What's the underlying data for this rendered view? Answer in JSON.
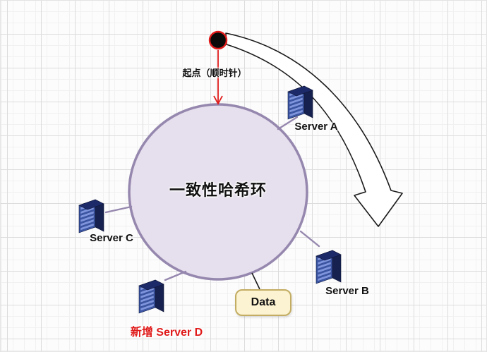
{
  "diagram": {
    "title": "一致性哈希环",
    "start_label": "起点（顺时针）",
    "data_label": "Data",
    "servers": [
      {
        "id": "A",
        "label": "Server A"
      },
      {
        "id": "B",
        "label": "Server B"
      },
      {
        "id": "C",
        "label": "Server C"
      },
      {
        "id": "D",
        "label": "新增 Server D",
        "status": "newly-added"
      }
    ],
    "colors": {
      "ring_fill": "#e6dfed",
      "ring_border": "#9587ae",
      "connector_purple": "#9587ae",
      "highlight_red": "#e01a1a",
      "data_box_fill": "#fcf3d2",
      "data_box_border": "#c3ad62",
      "server_front": "#3c57a6",
      "server_side": "#17214f",
      "server_top": "#1d2a69",
      "server_slot": "#7e95de",
      "start_dot_fill": "#0a0a0a",
      "start_dot_ring": "#e01a1a",
      "clockwise_arrow_fill": "#ffffff",
      "clockwise_arrow_stroke": "#1a1a1a"
    }
  }
}
